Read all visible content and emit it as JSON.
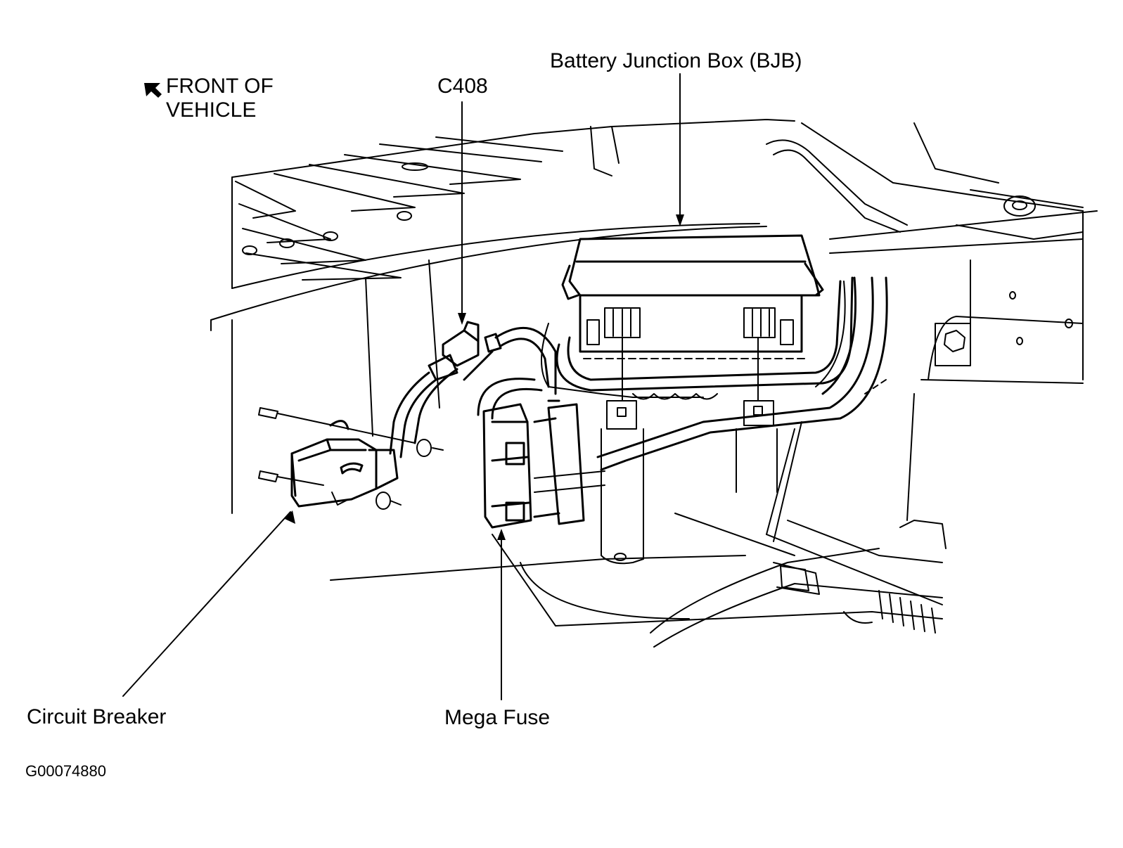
{
  "orientation": {
    "line1": "FRONT OF",
    "line2": "VEHICLE",
    "icon": "front-arrow-icon"
  },
  "callouts": {
    "connector": "C408",
    "junction_box": "Battery Junction Box (BJB)",
    "circuit_breaker": "Circuit Breaker",
    "mega_fuse": "Mega Fuse"
  },
  "figure_id": "G00074880",
  "colors": {
    "ink": "#000000",
    "paper": "#ffffff"
  }
}
